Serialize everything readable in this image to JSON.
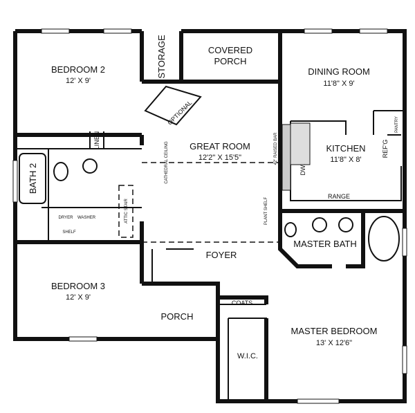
{
  "rooms": {
    "bedroom2": {
      "name": "BEDROOM 2",
      "size": "12' X 9'"
    },
    "storage": {
      "name": "STORAGE"
    },
    "covered_porch": {
      "line1": "COVERED",
      "line2": "PORCH"
    },
    "dining_room": {
      "name": "DINING ROOM",
      "size": "11'8\" X 9'"
    },
    "optional": {
      "name": "OPTIONAL"
    },
    "great_room": {
      "name": "GREAT ROOM",
      "size": "12'2\" X 15'5\""
    },
    "kitchen": {
      "name": "KITCHEN",
      "size": "11'8\" X 8'"
    },
    "linen": {
      "name": "LINEN"
    },
    "bath2": {
      "name": "BATH 2"
    },
    "attic_stair": {
      "name": "ATTIC STAIR"
    },
    "master_bath": {
      "name": "MASTER BATH"
    },
    "foyer": {
      "name": "FOYER"
    },
    "bedroom3": {
      "name": "BEDROOM 3",
      "size": "12' X 9'"
    },
    "porch": {
      "name": "PORCH"
    },
    "coats": {
      "name": "COATS"
    },
    "master_bedroom": {
      "name": "MASTER BEDROOM",
      "size": "13' X 12'6\""
    },
    "wic": {
      "name": "W.I.C."
    }
  },
  "fixtures": {
    "pantry": "PANTRY",
    "refrigerator": "REF'G",
    "dishwasher": "DW.",
    "range": "RANGE",
    "raised_bar": "42\" RAISED BAR",
    "plant_shelf": "PLANT SHELF",
    "cathedral_ceiling": "CATHEDRAL CEILING",
    "dryer": "DRYER",
    "washer": "WASHER",
    "shelf": "SHELF"
  }
}
